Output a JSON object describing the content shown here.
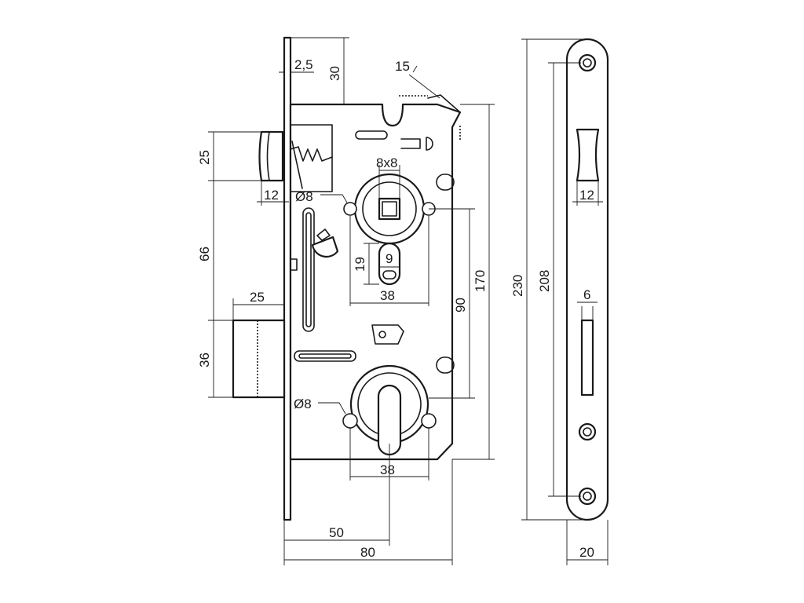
{
  "labels": {
    "d_2_5": "2,5",
    "d_30": "30",
    "d_15": "15",
    "d_25_top": "25",
    "d_12_latch": "12",
    "d_8x8": "8x8",
    "d_dia8_top": "Ø8",
    "d_66": "66",
    "d_19": "19",
    "d_9": "9",
    "d_38_top": "38",
    "d_90": "90",
    "d_170": "170",
    "d_25_bolt": "25",
    "d_36": "36",
    "d_dia8_bottom": "Ø8",
    "d_38_bottom": "38",
    "d_50": "50",
    "d_80": "80",
    "d_230": "230",
    "d_208": "208",
    "d_12_plate": "12",
    "d_6": "6",
    "d_20": "20"
  }
}
